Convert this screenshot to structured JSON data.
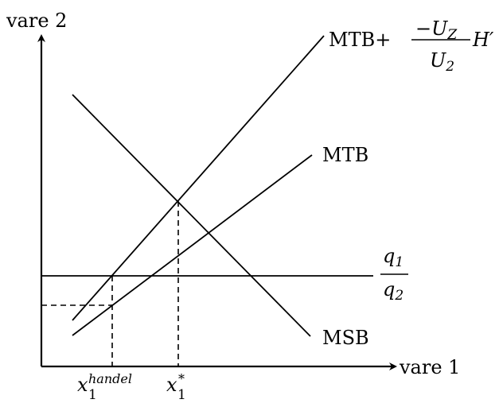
{
  "axes": {
    "y_label": "vare 2",
    "x_label": "vare 1"
  },
  "curves": {
    "mtb_plus": {
      "prefix": "MTB+",
      "numerator": "−U",
      "numerator_sub": "Z",
      "denominator": "U",
      "denominator_sub": "2",
      "suffix": "H′"
    },
    "mtb": {
      "label": "MTB"
    },
    "msb": {
      "label": "MSB"
    },
    "price_ratio": {
      "numerator": "q",
      "numerator_sub": "1",
      "denominator": "q",
      "denominator_sub": "2"
    }
  },
  "x_markers": {
    "trade": {
      "base": "x",
      "sub": "1",
      "sup": "handel"
    },
    "optimum": {
      "base": "x",
      "sub": "1",
      "sup": "*"
    }
  }
}
